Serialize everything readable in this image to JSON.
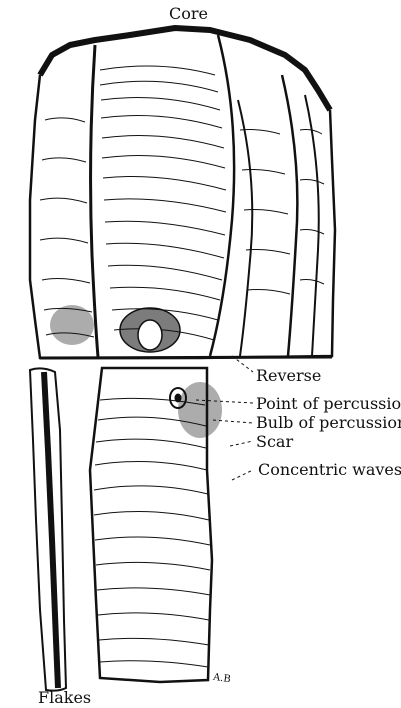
{
  "labels": {
    "core": "Core",
    "reverse": "Reverse",
    "point_of_percussion": "Point of percussion",
    "bulb_of_percussion": "Bulb of percussion",
    "scar": "Scar",
    "concentric_waves": "Concentric waves",
    "flakes": "Flakes"
  },
  "signature": "A.B"
}
